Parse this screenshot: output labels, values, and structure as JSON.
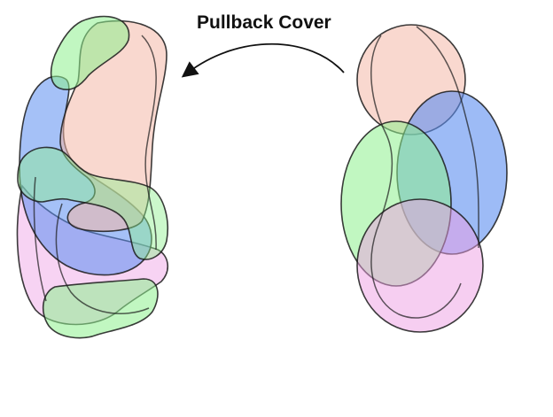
{
  "diagram": {
    "title": "Pullback Cover",
    "colors": {
      "red": "#f4b8a8",
      "green": "#8ef08e",
      "blue": "#5b8ef0",
      "pink": "#ee9ee4",
      "outline": "#1a1a1a"
    },
    "arrow_direction": "right-to-left",
    "left_cover_pieces": [
      "red",
      "green-top",
      "blue",
      "green-middle",
      "pink",
      "green-bottom"
    ],
    "right_cover_pieces": [
      "red",
      "blue",
      "green",
      "pink"
    ]
  }
}
